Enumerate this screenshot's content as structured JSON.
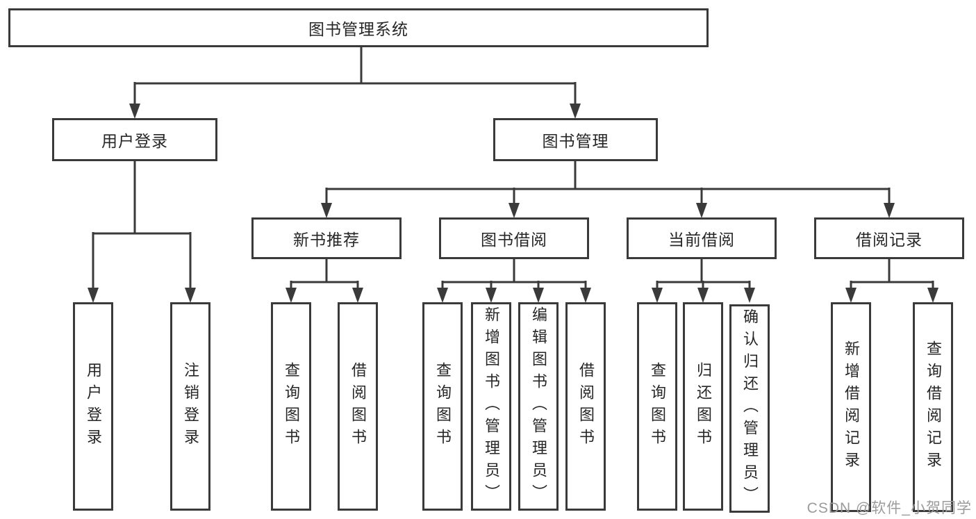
{
  "diagram": {
    "root": {
      "label": "图书管理系统"
    },
    "level2": [
      {
        "id": "user-login",
        "label": "用户登录"
      },
      {
        "id": "book-management",
        "label": "图书管理"
      }
    ],
    "level3": [
      {
        "id": "new-book-recommend",
        "label": "新书推荐"
      },
      {
        "id": "book-borrowing",
        "label": "图书借阅"
      },
      {
        "id": "current-borrowing",
        "label": "当前借阅"
      },
      {
        "id": "borrowing-records",
        "label": "借阅记录"
      }
    ],
    "leaves": {
      "user_login": [
        {
          "label": "用户登录"
        },
        {
          "label": "注销登录"
        }
      ],
      "new_book_recommend": [
        {
          "label": "查询图书"
        },
        {
          "label": "借阅图书"
        }
      ],
      "book_borrowing": [
        {
          "label": "查询图书"
        },
        {
          "label": "新增图书（管理员）"
        },
        {
          "label": "编辑图书（管理员）"
        },
        {
          "label": "借阅图书"
        }
      ],
      "current_borrowing": [
        {
          "label": "查询图书"
        },
        {
          "label": "归还图书"
        },
        {
          "label": "确认归还（管理员）"
        }
      ],
      "borrowing_records": [
        {
          "label": "新增借阅记录"
        },
        {
          "label": "查询借阅记录"
        }
      ]
    }
  },
  "watermark": {
    "text": "CSDN @软件_小贺同学"
  },
  "colors": {
    "line": "#3a3a3a",
    "text": "#262626",
    "background": "#ffffff",
    "watermark": "#9b9b9b"
  }
}
